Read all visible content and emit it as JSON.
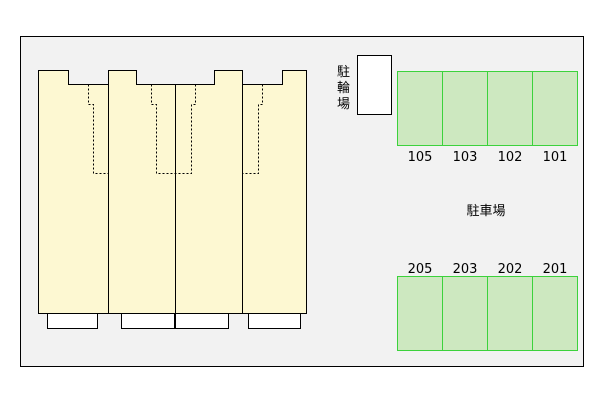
{
  "labels": {
    "bicycle_parking": [
      "駐",
      "輪",
      "場"
    ],
    "car_parking": "駐車場"
  },
  "parking_rows": [
    {
      "spaces": [
        "105",
        "103",
        "102",
        "101"
      ]
    },
    {
      "spaces": [
        "205",
        "203",
        "202",
        "201"
      ]
    }
  ],
  "colors": {
    "site_background": "#f2f2f2",
    "building_fill": "#fdf8d2",
    "parking_fill": "#cde8c0",
    "parking_stroke": "#3cd23c"
  }
}
